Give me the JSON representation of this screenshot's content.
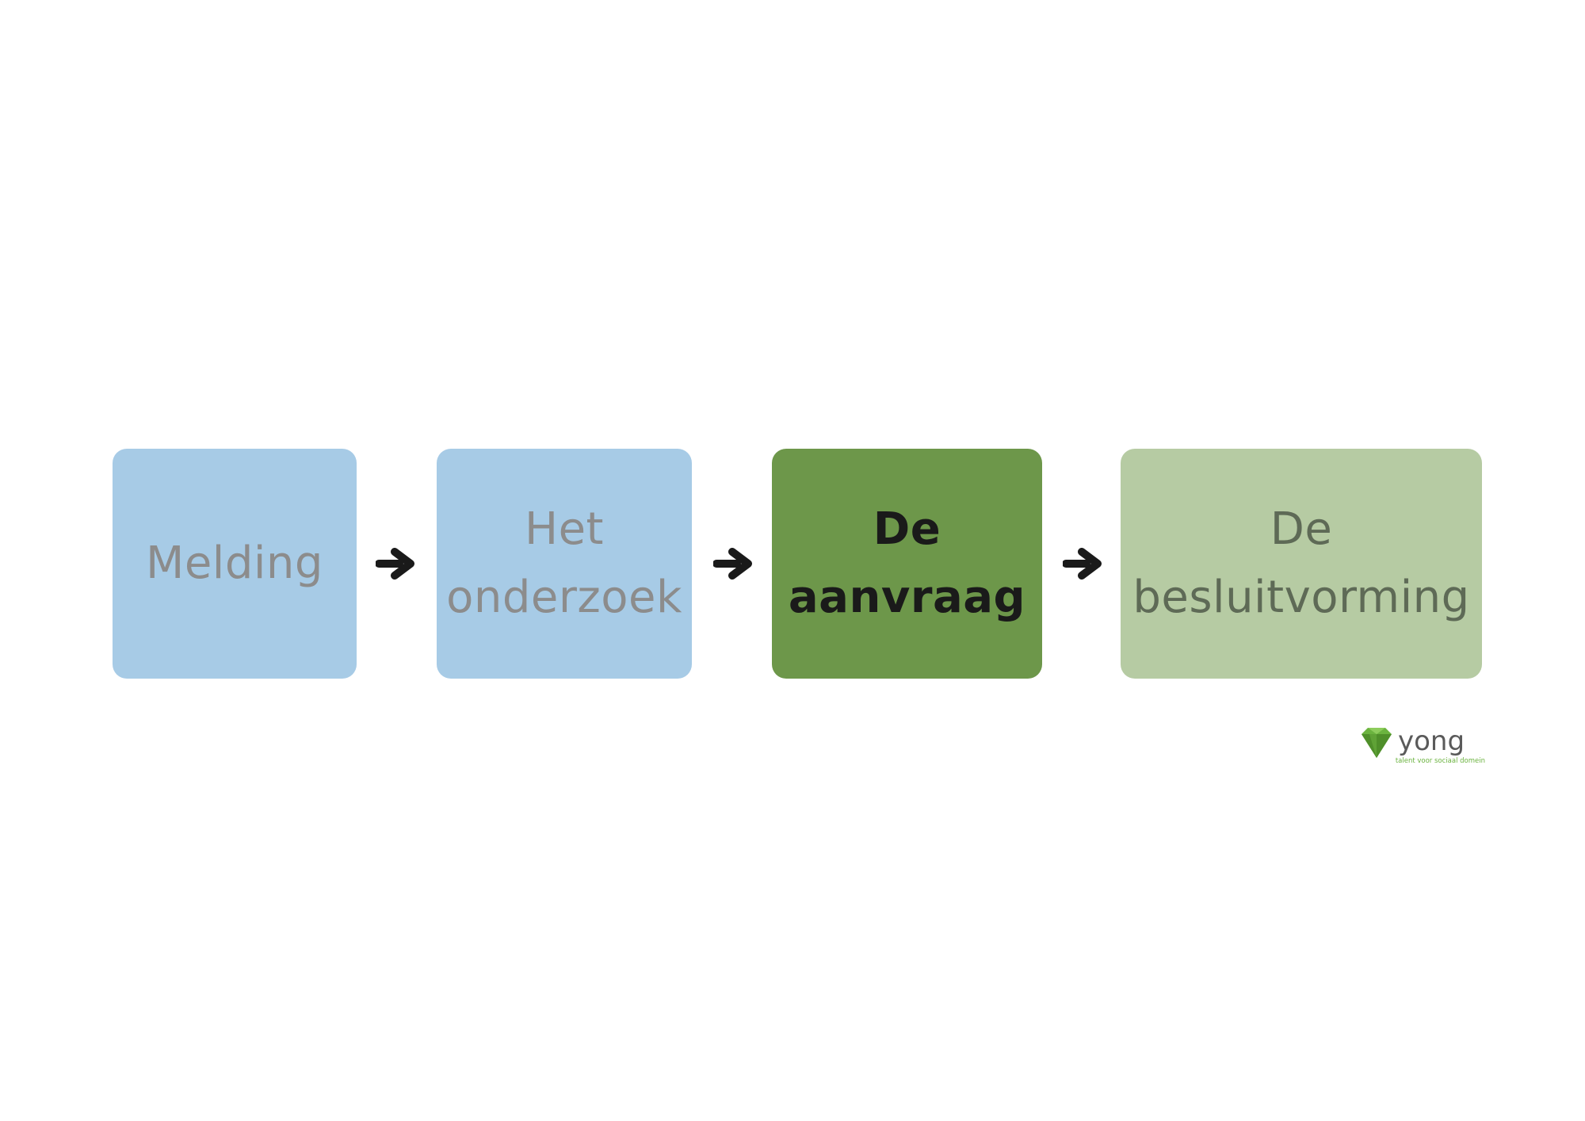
{
  "steps": [
    {
      "label": "Melding",
      "color": "#a7cbe6",
      "text_color": "#8c8c8c",
      "bold": false
    },
    {
      "label": "Het onderzoek",
      "color": "#a7cbe6",
      "text_color": "#8c8c8c",
      "bold": false
    },
    {
      "label": "De aanvraag",
      "color": "#6d974a",
      "text_color": "#1a1a1a",
      "bold": true
    },
    {
      "label": "De besluitvorming",
      "color": "#b6cba3",
      "text_color": "#5e6a56",
      "bold": false
    }
  ],
  "arrows": {
    "color": "#1a1a1a",
    "icon": "arrow-right-icon"
  },
  "logo": {
    "name": "yong",
    "tagline": "talent voor sociaal domein",
    "colors": {
      "emblem": "#6bb33f",
      "wordmark": "#5a5a5a",
      "tagline": "#6bb33f"
    }
  }
}
